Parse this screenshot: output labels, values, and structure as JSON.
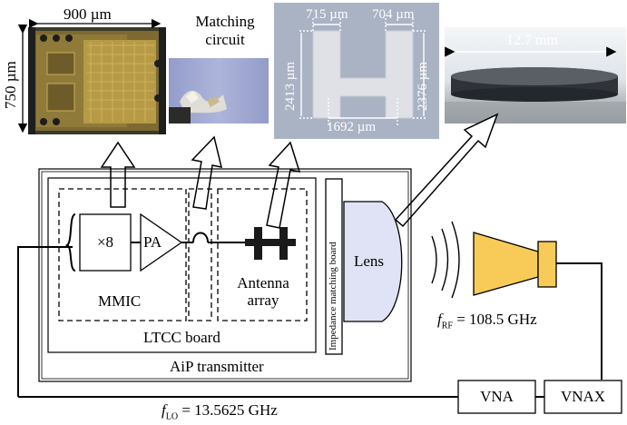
{
  "photos": {
    "mmic": {
      "width_label": "900 µm",
      "height_label": "750 µm"
    },
    "matching": {
      "caption_line1": "Matching",
      "caption_line2": "circuit"
    },
    "antenna": {
      "dim_top_left": "715 µm",
      "dim_top_right": "704 µm",
      "dim_left": "2413 µm",
      "dim_right": "2376 µm",
      "dim_bottom": "1692 µm"
    },
    "lens": {
      "diameter_label": "12.7 mm"
    }
  },
  "diagram": {
    "multiplier": "×8",
    "pa": "PA",
    "mmic": "MMIC",
    "antenna_line1": "Antenna",
    "antenna_line2": "array",
    "ltcc": "LTCC board",
    "impedance_board": "Impedance matching board",
    "lens": "Lens",
    "aip": "AiP transmitter",
    "frf_symbol": "f",
    "frf_sub": "RF",
    "frf_value": " = 108.5 GHz",
    "flo_symbol": "f",
    "flo_sub": "LO",
    "flo_value": " = 13.5625 GHz",
    "vna": "VNA",
    "vnax": "VNAX"
  },
  "colors": {
    "lens_fill": "#dfe3f5",
    "horn_fill": "#f8cb58",
    "antenna_photo_bg": "#a9b3c4",
    "antenna_pattern": "#e4e6ea"
  }
}
